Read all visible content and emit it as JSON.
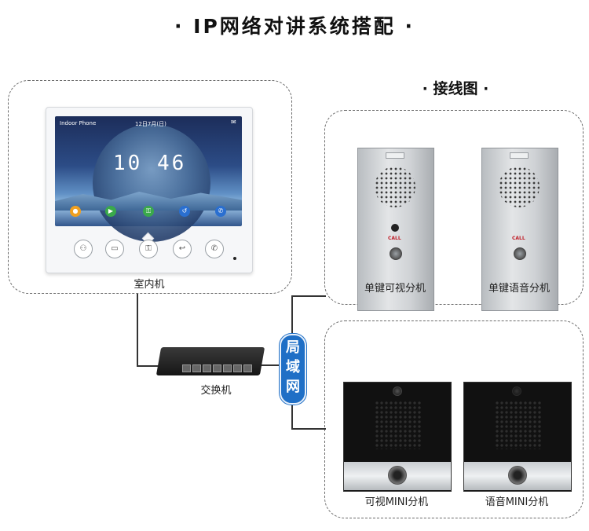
{
  "title": "· IP网络对讲系统搭配 ·",
  "wiring_title": "· 接线图 ·",
  "indoor_unit": {
    "caption": "室内机",
    "screen": {
      "app_name": "Indoor Phone",
      "date": "12日7月(日)",
      "time": "10 46"
    }
  },
  "switch": {
    "caption": "交换机"
  },
  "lan": {
    "label": "局域网"
  },
  "outdoor_panels": [
    {
      "caption": "单键可视分机",
      "call_label": "CALL"
    },
    {
      "caption": "单键语音分机",
      "call_label": "CALL"
    }
  ],
  "mini_units": [
    {
      "caption": "可视MINI分机"
    },
    {
      "caption": "语音MINI分机"
    }
  ],
  "colors": {
    "lan_blue": "#1f6fc6",
    "dash": "#6a6a6a"
  }
}
